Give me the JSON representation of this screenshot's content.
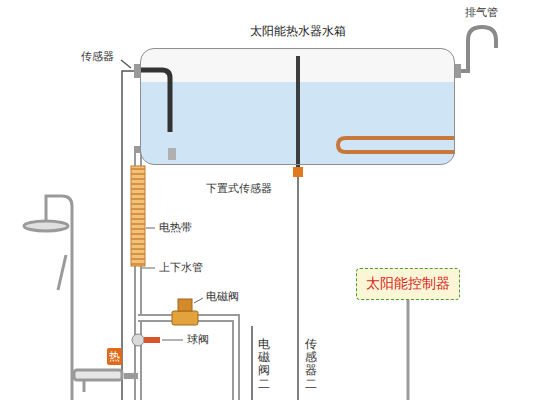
{
  "diagram": {
    "nodes": [
      {
        "text": [
          "太阳能热水器水箱"
        ]
      },
      {
        "text": [
          "太阳能控制器"
        ]
      },
      {
        "text": [
          "热"
        ]
      }
    ],
    "labels": [
      "排气管",
      "传感器",
      "下置式传感器",
      "电热带",
      "上下水管",
      "电磁阀",
      "球阀",
      "电磁阀二",
      "传感器二"
    ]
  }
}
